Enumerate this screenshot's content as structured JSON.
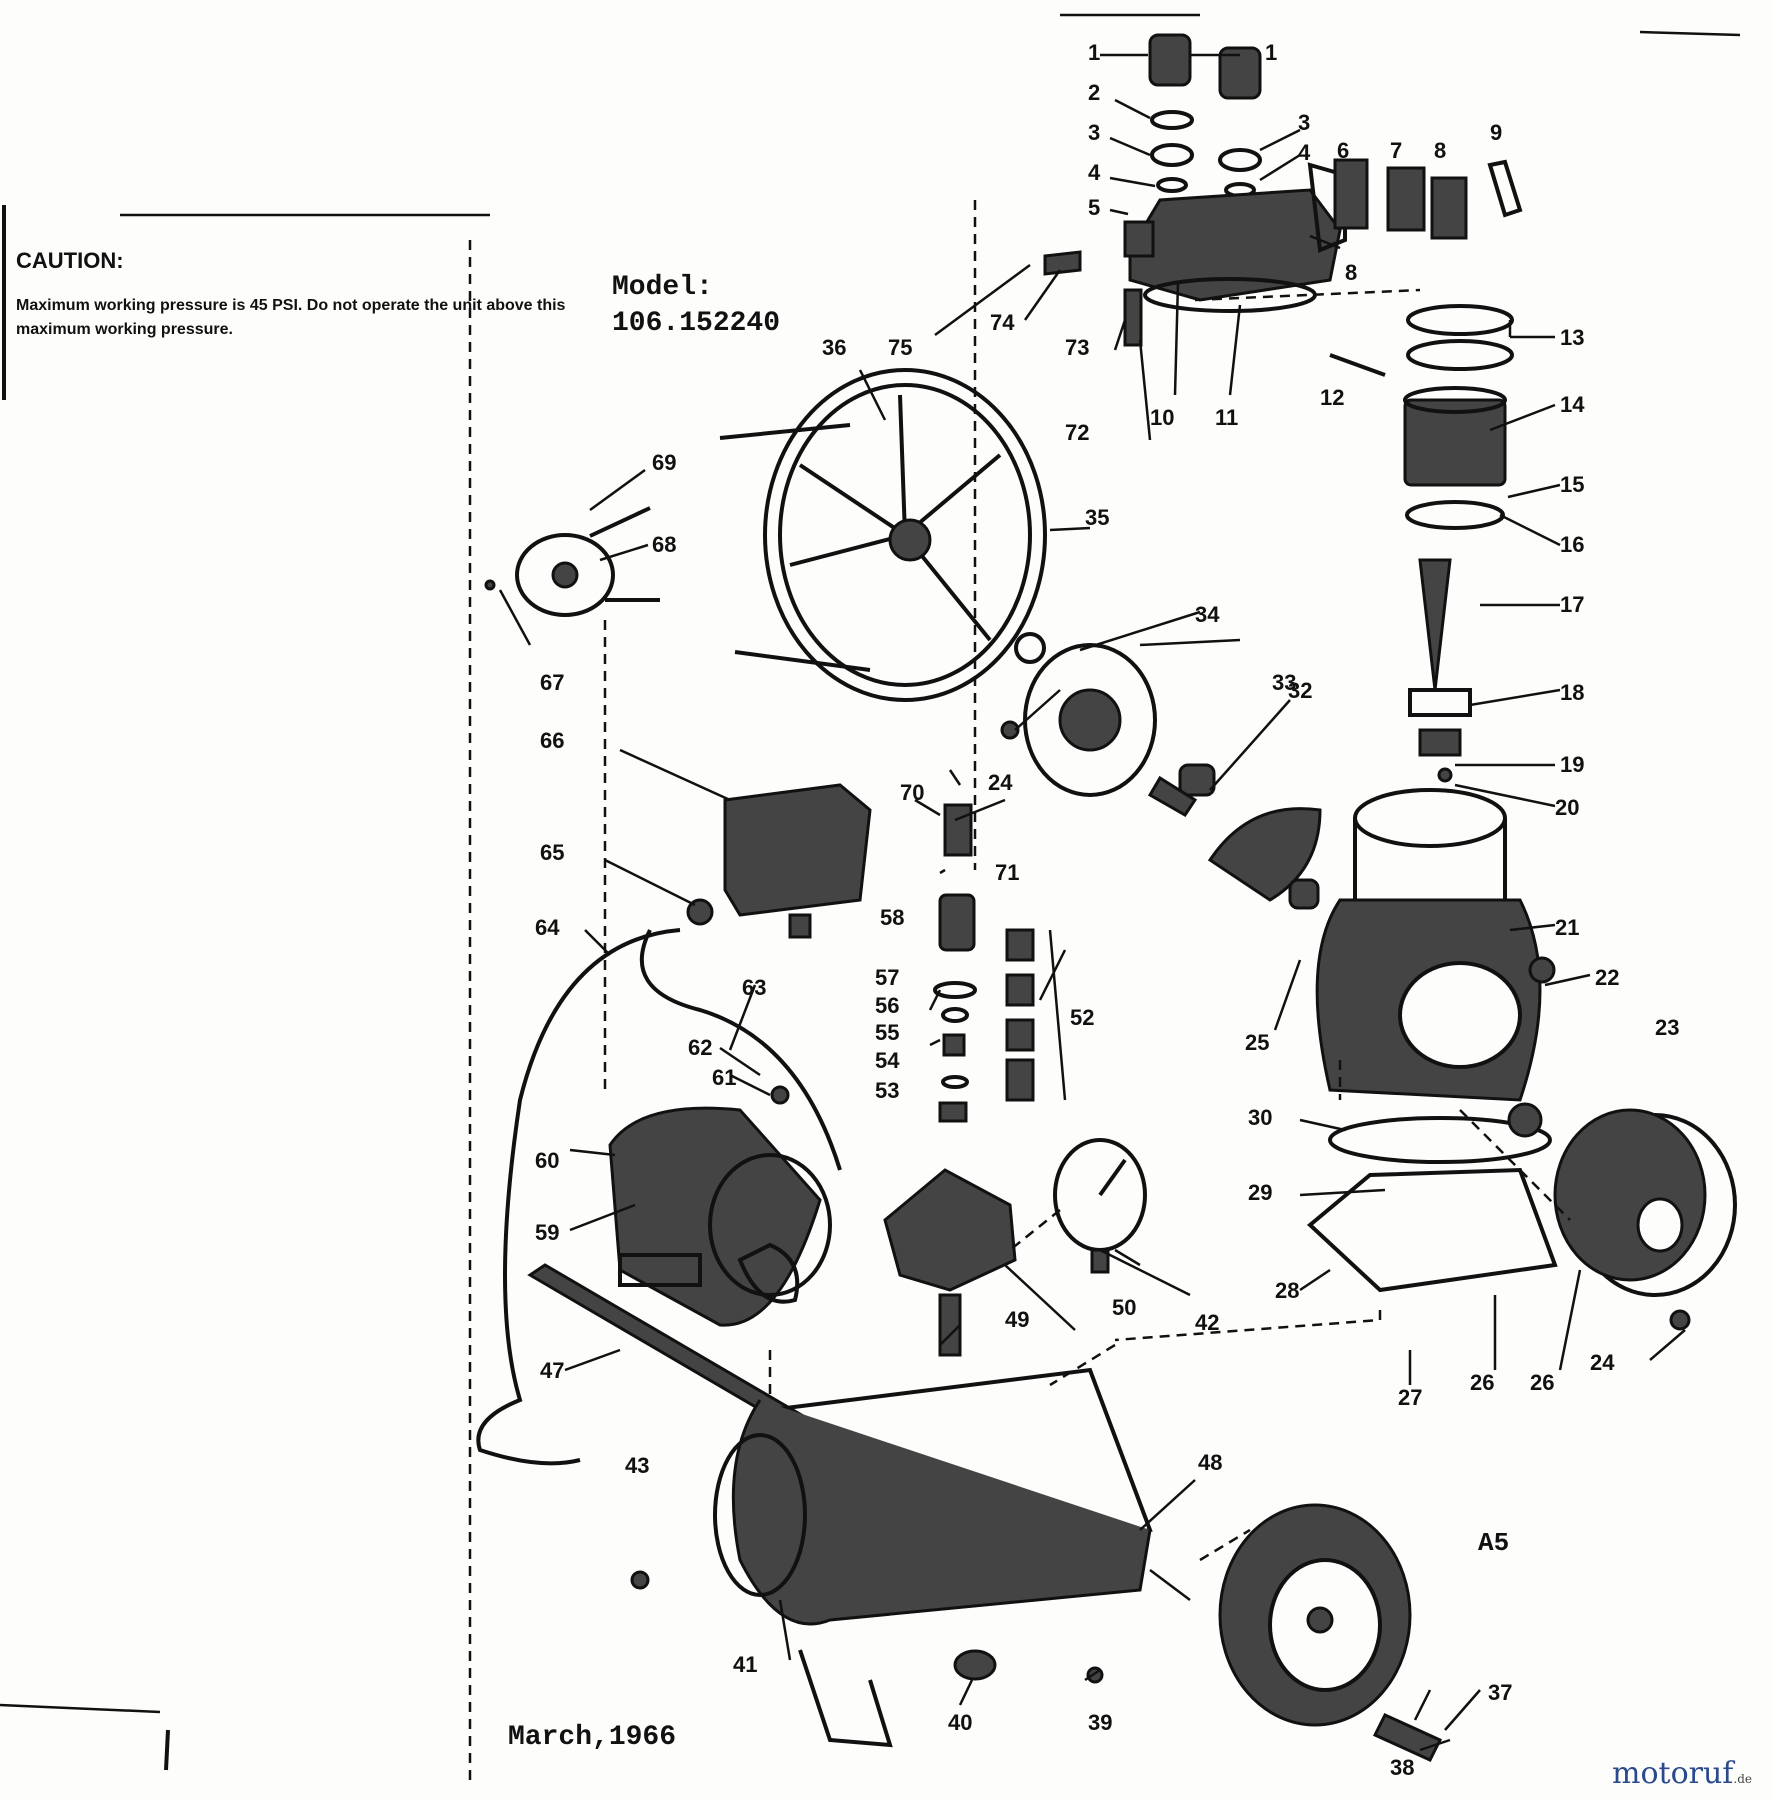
{
  "caution": {
    "title": "CAUTION:",
    "body": "Maximum working pressure is 45 PSI. Do not operate the unit above this maximum working pressure."
  },
  "model": {
    "label": "Model:",
    "number": "106.152240"
  },
  "date": "March,1966",
  "sheet_code": "A5",
  "watermark": {
    "brand": "motoruf",
    "suffix": ".de"
  },
  "callouts": [
    "1",
    "1",
    "2",
    "3",
    "3",
    "4",
    "4",
    "5",
    "6",
    "7",
    "8",
    "9",
    "8",
    "10",
    "11",
    "12",
    "13",
    "14",
    "15",
    "16",
    "17",
    "18",
    "19",
    "20",
    "21",
    "22",
    "23",
    "24",
    "24",
    "25",
    "26",
    "26",
    "27",
    "28",
    "29",
    "30",
    "32",
    "33",
    "34",
    "35",
    "36",
    "37",
    "38",
    "39",
    "40",
    "41",
    "42",
    "43",
    "47",
    "48",
    "49",
    "50",
    "52",
    "53",
    "54",
    "55",
    "56",
    "57",
    "58",
    "59",
    "60",
    "61",
    "62",
    "63",
    "64",
    "65",
    "66",
    "67",
    "68",
    "69",
    "70",
    "71",
    "72",
    "73",
    "74",
    "75"
  ]
}
